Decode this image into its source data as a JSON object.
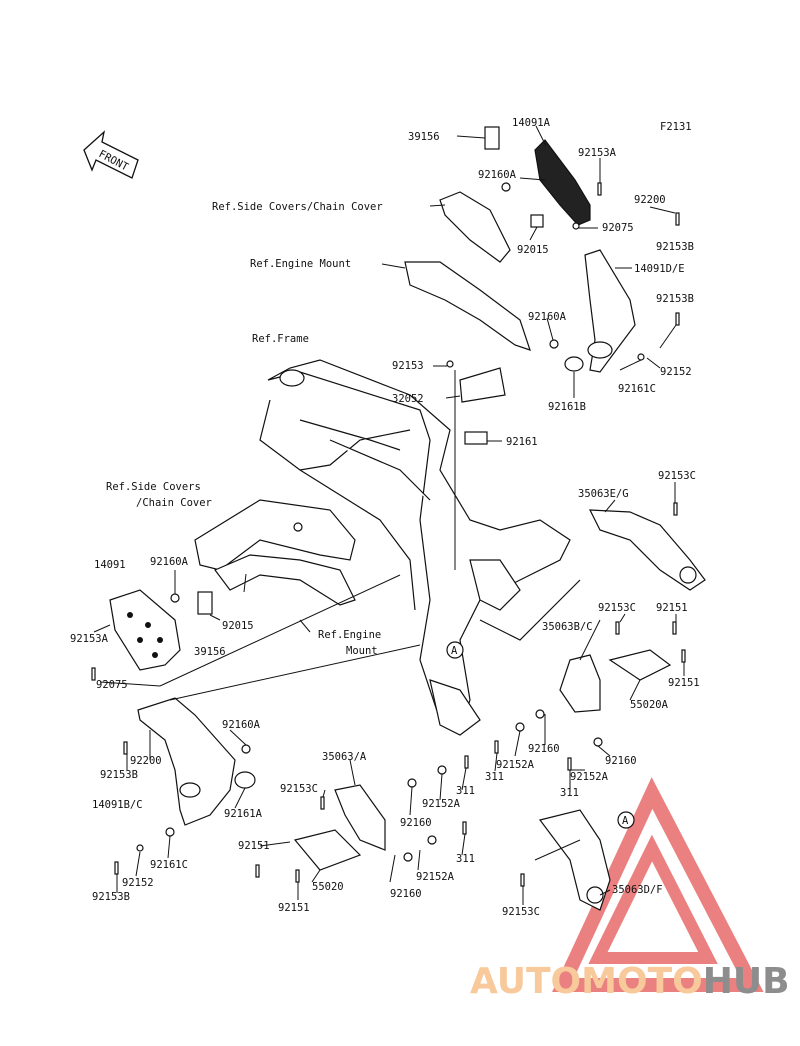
{
  "figure_code": "F2131",
  "front_label": "FRONT",
  "callout_marker": "A",
  "watermark": {
    "part1": "AUTOMOTO",
    "part2": "HUB",
    "color1": "#f6c08a",
    "color2": "#7a7a7a",
    "triangle_color": "#e86a6a"
  },
  "labels": {
    "l39156_top": "39156",
    "l14091A": "14091A",
    "l92160A_top": "92160A",
    "l92153A_top": "92153A",
    "ref_side_covers_top": "Ref.Side Covers/Chain Cover",
    "l92200_top": "92200",
    "l92075_top": "92075",
    "l92153B_top": "92153B",
    "l92015_top": "92015",
    "ref_engine_mount_top": "Ref.Engine Mount",
    "l14091DE": "14091D/E",
    "l92160A_mid": "92160A",
    "l92153B_mid": "92153B",
    "l92152_top": "92152",
    "l92161C_top": "92161C",
    "l92161B": "92161B",
    "ref_frame": "Ref.Frame",
    "l92153": "92153",
    "l32052": "32052",
    "l92161": "92161",
    "ref_side_covers_left_1": "Ref.Side Covers",
    "ref_side_covers_left_2": "/Chain Cover",
    "l92153C_right": "92153C",
    "l35063EG": "35063E/G",
    "l14091": "14091",
    "l92160A_left": "92160A",
    "l92153A_left": "92153A",
    "l92015_left": "92015",
    "l39156_left": "39156",
    "ref_engine_mount_left_1": "Ref.Engine",
    "ref_engine_mount_left_2": "Mount",
    "l92075_left": "92075",
    "l92153C_mid": "92153C",
    "l92151_a": "92151",
    "l35063BC": "35063B/C",
    "l92151_b": "92151",
    "l55020A": "55020A",
    "l92160A_bottom": "92160A",
    "l92200_left": "92200",
    "l92153B_left": "92153B",
    "l92160_a": "92160",
    "l92152A_a": "92152A",
    "l311_a": "311",
    "l92160_b": "92160",
    "l92152A_b": "92152A",
    "l311_b": "311",
    "l14091BC": "14091B/C",
    "l92161A": "92161A",
    "l35063A": "35063/A",
    "l92153C_left": "92153C",
    "l92152A_c": "92152A",
    "l311_c": "311",
    "l92160_c": "92160",
    "l92151_c": "92151",
    "l92161C_bottom": "92161C",
    "l92152_bottom": "92152",
    "l92153B_bottom": "92153B",
    "l311_d": "311",
    "l92152A_d": "92152A",
    "l55020": "55020",
    "l92160_d": "92160",
    "l92151_d": "92151",
    "l92153C_bottom": "92153C",
    "l35063DF": "35063D/F"
  }
}
